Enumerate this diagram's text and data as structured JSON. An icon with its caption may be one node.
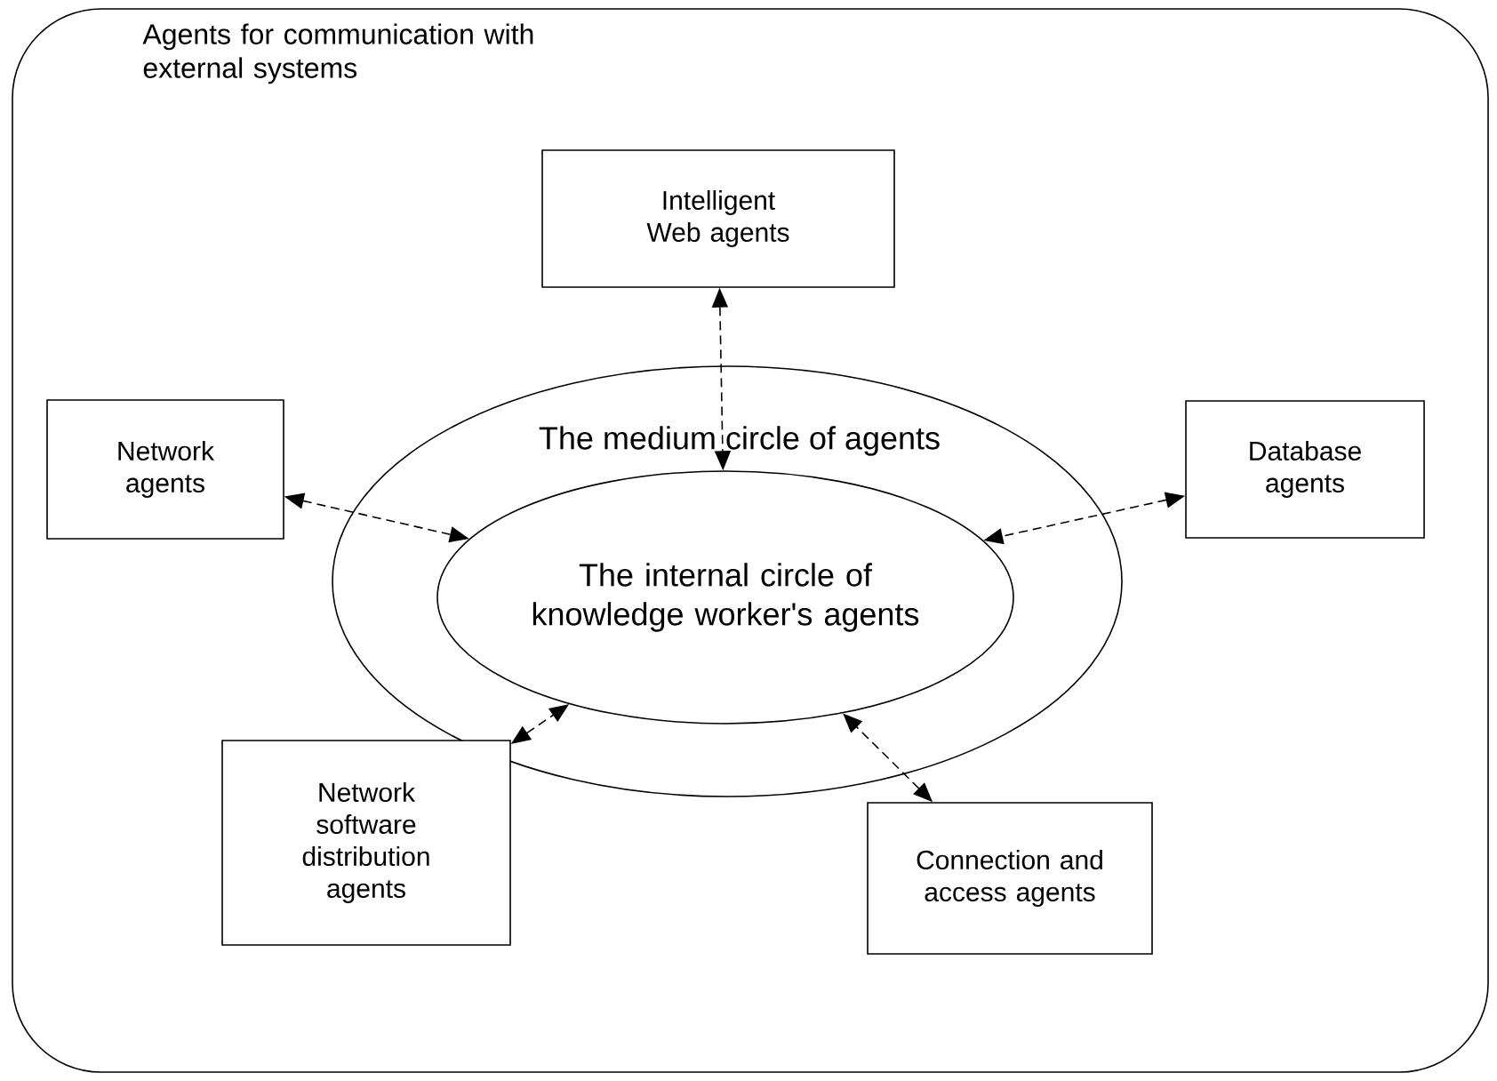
{
  "diagram": {
    "nodes": [
      {
        "text": [
          "Agents for communication with external systems"
        ]
      },
      {
        "text": [
          "Intelligent Web agents"
        ],
        "in": 0
      },
      {
        "text": [
          "Network agents"
        ],
        "in": 0
      },
      {
        "text": [
          "The medium circle of agents"
        ],
        "in": 0
      },
      {
        "text": [
          "The internal circle of knowledge worker's agents"
        ],
        "in": 3
      },
      {
        "text": [
          "Database agents"
        ],
        "in": 0
      },
      {
        "text": [
          "Network software distribution agents"
        ],
        "in": 0
      },
      {
        "text": [
          "Connection and access agents"
        ],
        "in": 0
      }
    ],
    "edges": [
      {
        "from": 1,
        "to": 4,
        "arrow": "both",
        "style": "dashed"
      },
      {
        "from": 2,
        "to": 4,
        "arrow": "both",
        "style": "dashed"
      },
      {
        "from": 5,
        "to": 4,
        "arrow": "both",
        "style": "dashed"
      },
      {
        "from": 6,
        "to": 4,
        "arrow": "both",
        "style": "dashed"
      },
      {
        "from": 7,
        "to": 4,
        "arrow": "both",
        "style": "dashed"
      }
    ]
  }
}
